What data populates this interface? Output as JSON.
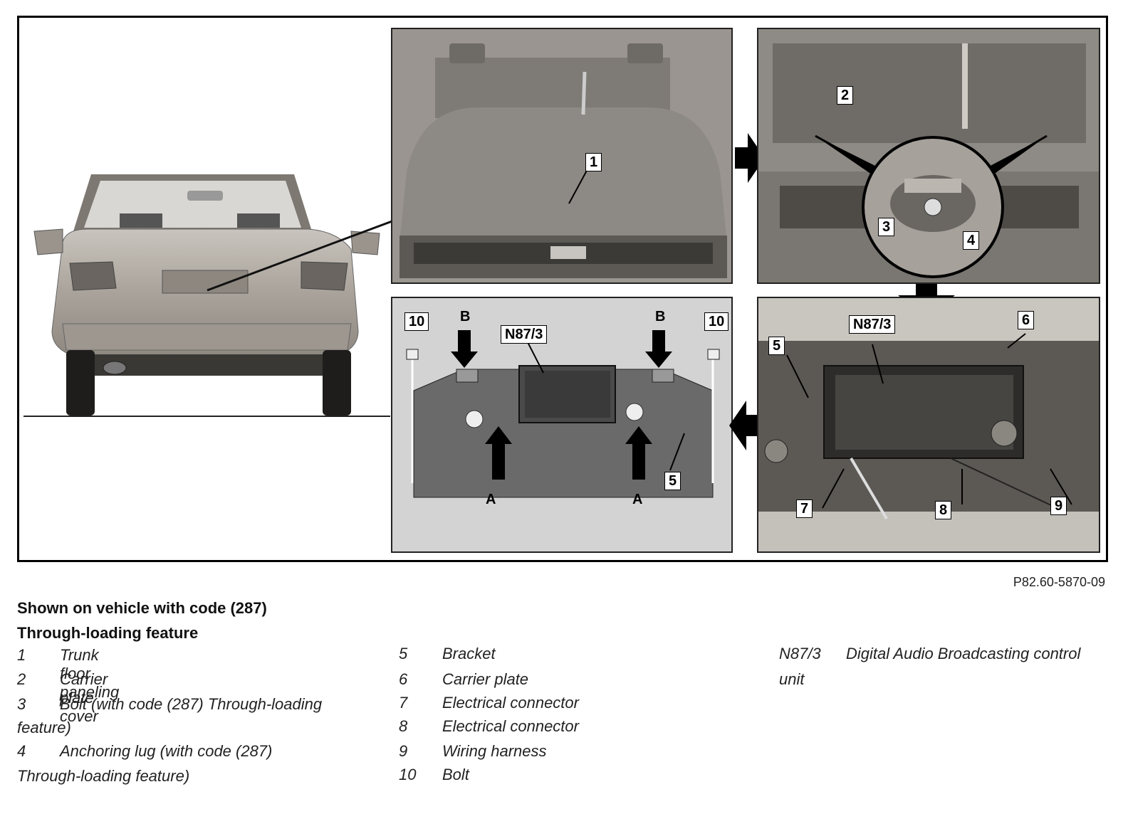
{
  "figure": {
    "reference": "P82.60-5870-09",
    "panels": {
      "trunk": {
        "callouts": [
          "1"
        ]
      },
      "carrier": {
        "callouts": [
          "2",
          "3",
          "4"
        ]
      },
      "unit_installed": {
        "callouts": [
          "N87/3",
          "5",
          "6",
          "7",
          "8",
          "9"
        ]
      },
      "unit_removed": {
        "callouts": [
          "10",
          "B",
          "N87/3",
          "B",
          "10",
          "5",
          "A",
          "A"
        ]
      }
    }
  },
  "caption": {
    "line1": "Shown on vehicle with code (287)",
    "line2": "Through-loading feature"
  },
  "legend": {
    "col1": [
      {
        "num": "1",
        "text": "Trunk floor paneling"
      },
      {
        "num": "2",
        "text": "Carrier plate cover"
      },
      {
        "num": "3",
        "text": "Bolt (with code (287) Through-loading",
        "cont": "feature)"
      },
      {
        "num": "4",
        "text": "Anchoring lug (with code (287)",
        "cont": "Through-loading feature)"
      }
    ],
    "col2": [
      {
        "num": "5",
        "text": "Bracket"
      },
      {
        "num": "6",
        "text": "Carrier plate"
      },
      {
        "num": "7",
        "text": "Electrical connector"
      },
      {
        "num": "8",
        "text": "Electrical connector"
      },
      {
        "num": "9",
        "text": "Wiring harness"
      },
      {
        "num": "10",
        "text": "Bolt"
      }
    ],
    "col3": [
      {
        "num": "N87/3",
        "text": "Digital Audio Broadcasting control",
        "cont": "unit"
      }
    ]
  }
}
